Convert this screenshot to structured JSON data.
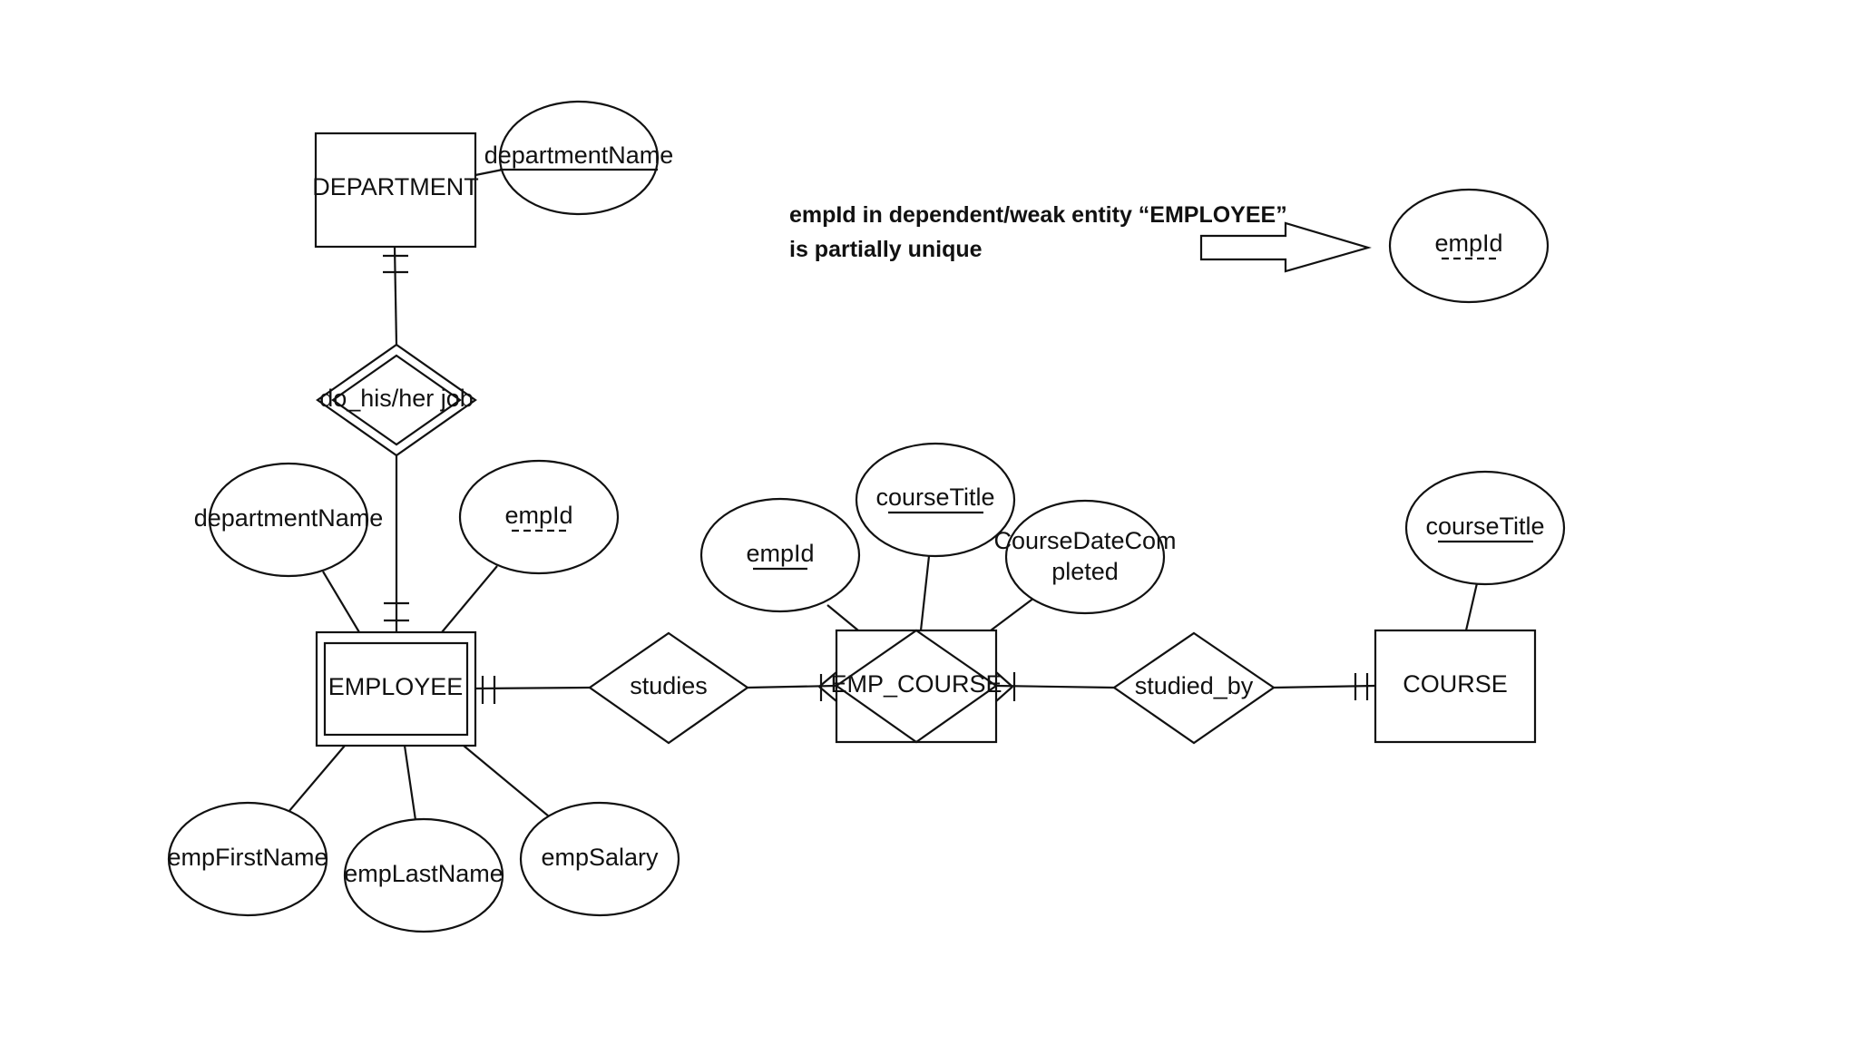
{
  "entities": {
    "department": "DEPARTMENT",
    "employee": "EMPLOYEE",
    "emp_course": "EMP_COURSE",
    "course": "COURSE"
  },
  "relationships": {
    "do_job": "do_his/her job",
    "studies": "studies",
    "studied_by": "studied_by"
  },
  "attributes": {
    "department_name_key": "departmentName",
    "employee_department_name": "departmentName",
    "employee_emp_id": "empId",
    "emp_first_name": "empFirstName",
    "emp_last_name": "empLastName",
    "emp_salary": "empSalary",
    "emp_course_emp_id": "empId",
    "emp_course_course_title": "courseTitle",
    "emp_course_date_line1": "CourseDateCom",
    "emp_course_date_line2": "pleted",
    "course_course_title": "courseTitle",
    "legend_emp_id": "empId"
  },
  "note": {
    "line1": "empId in dependent/weak entity “EMPLOYEE”",
    "line2": "is partially unique"
  }
}
